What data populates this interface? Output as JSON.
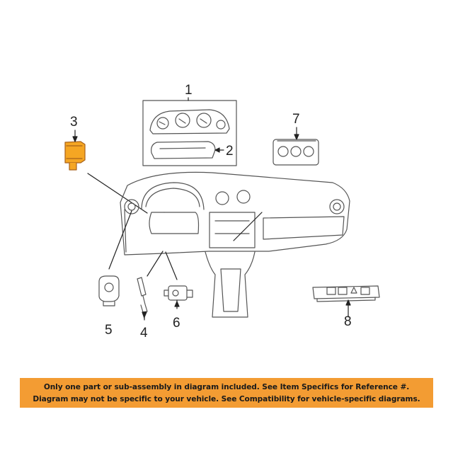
{
  "callouts": {
    "c1": "1",
    "c2": "2",
    "c3": "3",
    "c4": "4",
    "c5": "5",
    "c6": "6",
    "c7": "7",
    "c8": "8"
  },
  "colors": {
    "highlight_part": "#f5a623",
    "notice_background": "#f39c33",
    "line_art": "#555555"
  },
  "notice": {
    "line1": "Only one part or sub-assembly in diagram included. See Item Specifics for Reference #.",
    "line2": "Diagram may not be specific to your vehicle. See Compatibility for vehicle-specific diagrams."
  }
}
